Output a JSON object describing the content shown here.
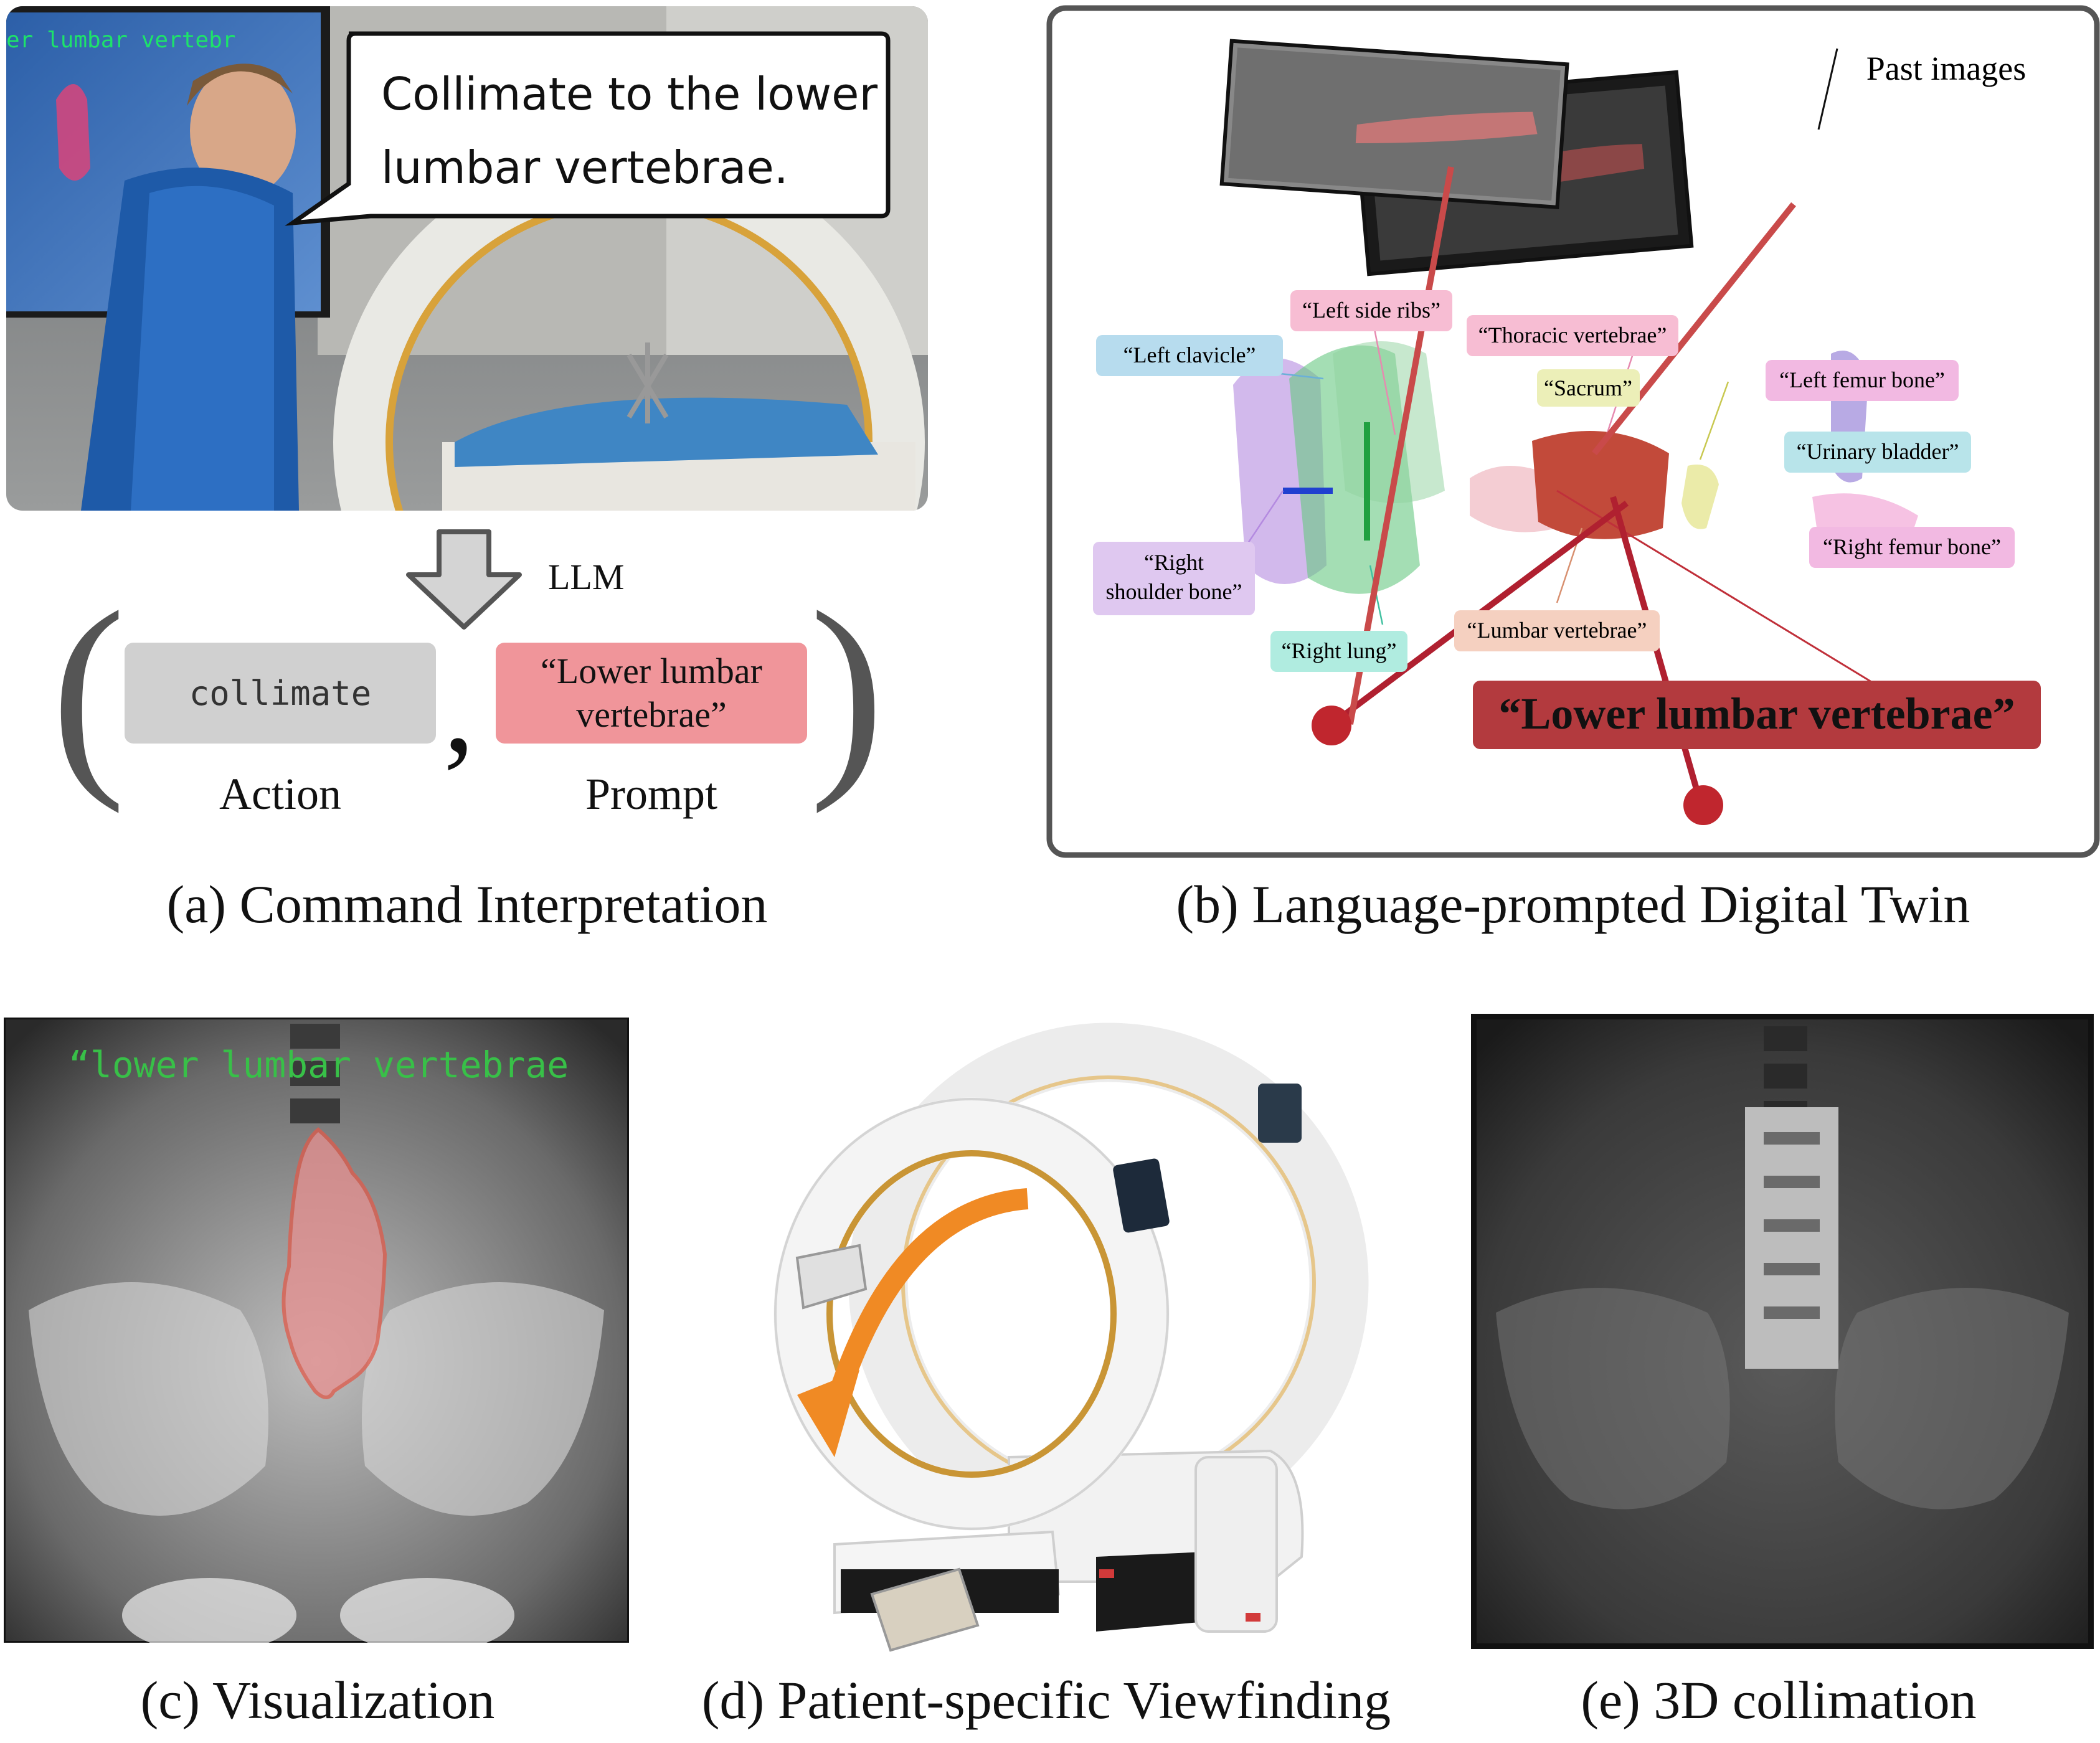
{
  "panel_a": {
    "speech": [
      "Collimate to the lower",
      "lumbar vertebrae."
    ],
    "screen_overlay_text": "er lumbar vertebr",
    "llm_label": "LLM",
    "action_value": "collimate",
    "prompt_value_line1": "“Lower lumbar",
    "prompt_value_line2": "vertebrae”",
    "action_label": "Action",
    "prompt_label": "Prompt",
    "caption": "(a) Command Interpretation"
  },
  "panel_b": {
    "past_images_label": "Past images",
    "tags": {
      "left_side_ribs": "“Left side ribs”",
      "thoracic_vertebrae": "“Thoracic vertebrae”",
      "left_clavicle": "“Left clavicle”",
      "sacrum": "“Sacrum”",
      "left_femur_bone": "“Left femur bone”",
      "urinary_bladder": "“Urinary bladder”",
      "right_shoulder_bone_1": "“Right",
      "right_shoulder_bone_2": "shoulder bone”",
      "right_femur_bone": "“Right femur bone”",
      "lumbar_vertebrae": "“Lumbar vertebrae”",
      "right_lung": "“Right lung”"
    },
    "query": "“Lower lumbar vertebrae”",
    "caption": "(b) Language-prompted Digital Twin"
  },
  "panel_c": {
    "overlay_text": "“lower lumbar vertebrae",
    "caption": "(c) Visualization"
  },
  "panel_d": {
    "caption": "(d) Patient-specific Viewfinding"
  },
  "panel_e": {
    "caption": "(e) 3D collimation"
  },
  "colors": {
    "prompt_pink": "#f0959a",
    "action_gray": "#d0d0d0",
    "query_red": "#b33a3e",
    "arrow_orange": "#f08a24"
  }
}
